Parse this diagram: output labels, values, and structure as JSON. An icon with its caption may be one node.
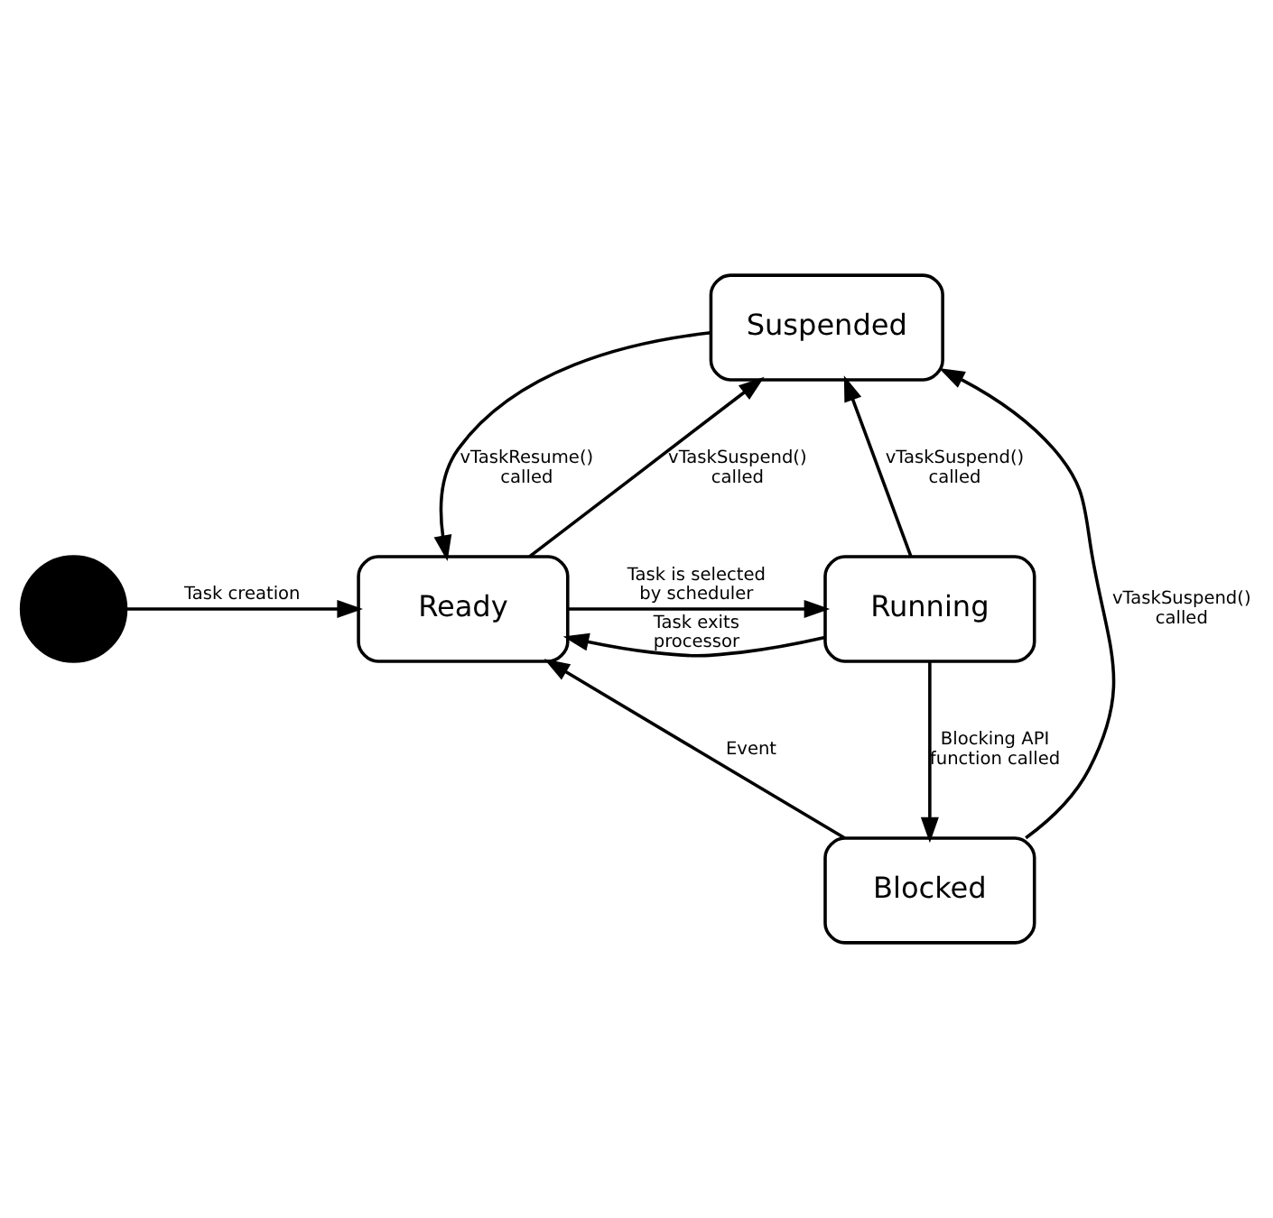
{
  "diagram": {
    "nodes": [
      {
        "text": [
          "Suspended"
        ]
      },
      {
        "text": [
          "Ready"
        ]
      },
      {
        "text": [
          "Running"
        ]
      },
      {
        "text": [
          "Blocked"
        ]
      },
      {
        "text": [],
        "shape": "circle"
      }
    ],
    "edges": [
      {
        "from": 4,
        "to": 1,
        "arrow": "to",
        "label": "Task creation"
      },
      {
        "from": 1,
        "to": 0,
        "arrow": "to",
        "label": "vTaskSuspend() called"
      },
      {
        "from": 0,
        "to": 1,
        "arrow": "to",
        "label": "vTaskResume() called"
      },
      {
        "from": 1,
        "to": 2,
        "arrow": "to",
        "label": "Task is selected by scheduler"
      },
      {
        "from": 2,
        "to": 1,
        "arrow": "to",
        "label": "Task exits processor"
      },
      {
        "from": 2,
        "to": 0,
        "arrow": "to",
        "label": "vTaskSuspend() called"
      },
      {
        "from": 2,
        "to": 3,
        "arrow": "to",
        "label": "Blocking API function called"
      },
      {
        "from": 3,
        "to": 1,
        "arrow": "to",
        "label": "Event"
      },
      {
        "from": 3,
        "to": 0,
        "arrow": "to",
        "label": "vTaskSuspend() called"
      }
    ]
  }
}
